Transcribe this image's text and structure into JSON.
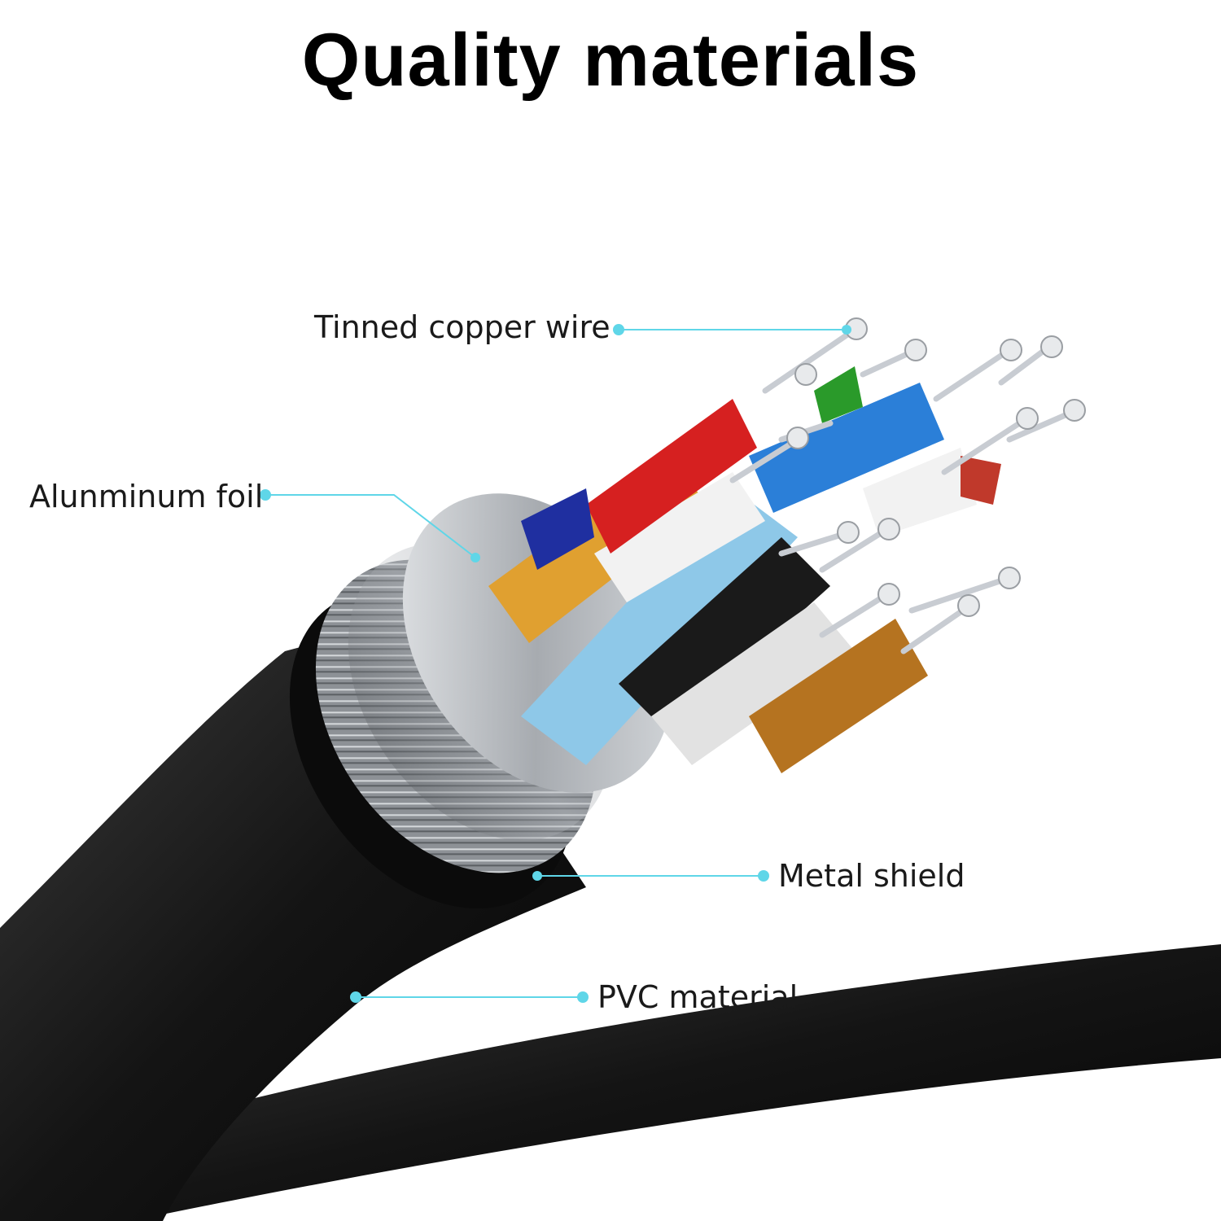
{
  "title": "Quality materials",
  "colors": {
    "callout": "#5fd6e8",
    "jacket": "#141414",
    "braid": "#9a9ea3",
    "foil": "#c9ccd0",
    "copper": "#c8ccd2",
    "insulation": [
      "#d62020",
      "#e0a030",
      "#f2f2f2",
      "#2b7fd8",
      "#8ec8e8",
      "#1a1a1a",
      "#2a9a2a",
      "#b57320",
      "#1f2fa0",
      "#c0392b"
    ]
  },
  "callouts": [
    {
      "id": "tinned-copper-wire",
      "label": "Tinned copper wire"
    },
    {
      "id": "aluminum-foil",
      "label": "Alunminum foil"
    },
    {
      "id": "metal-shield",
      "label": "Metal shield"
    },
    {
      "id": "pvc-material",
      "label": "PVC material"
    }
  ]
}
